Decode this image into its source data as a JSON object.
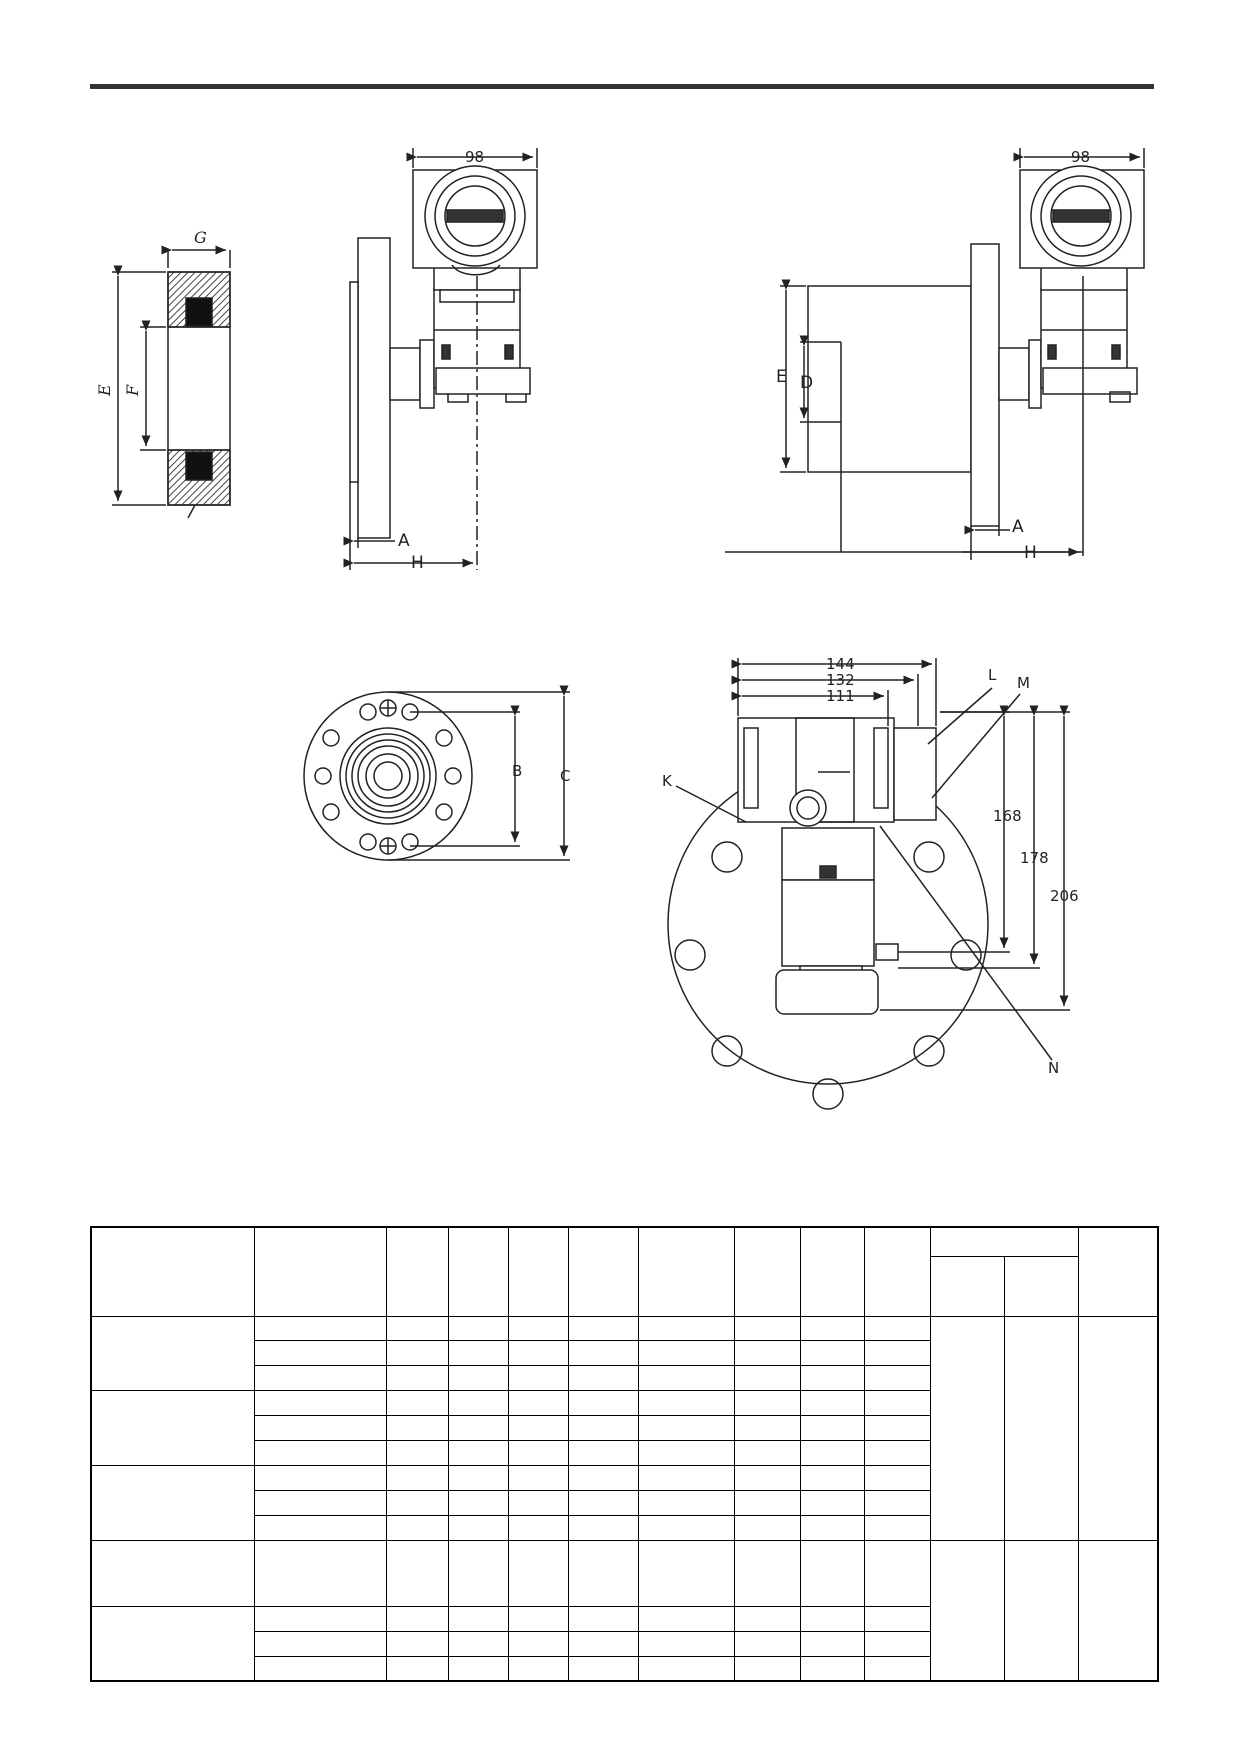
{
  "top_view_dims": {
    "w144": "144",
    "w132": "132",
    "w111": "111",
    "h168": "168",
    "h178": "178",
    "h206": "206"
  },
  "side_view_dims": {
    "housing_width_left": "98",
    "housing_width_right": "98"
  },
  "gasket_labels": {
    "g": "G",
    "e": "E",
    "f": "F"
  },
  "flange_labels": {
    "b": "B",
    "c": "C"
  },
  "side_labels": {
    "a_left": "A",
    "h_left": "H",
    "a_right": "A",
    "h_right": "H",
    "e_right": "E",
    "d_right": "D"
  },
  "callouts": {
    "k": "K",
    "l": "L",
    "m": "M",
    "n": "N"
  },
  "colors": {
    "line": "#222222",
    "hatch": "#444444",
    "dark": "#111111"
  }
}
